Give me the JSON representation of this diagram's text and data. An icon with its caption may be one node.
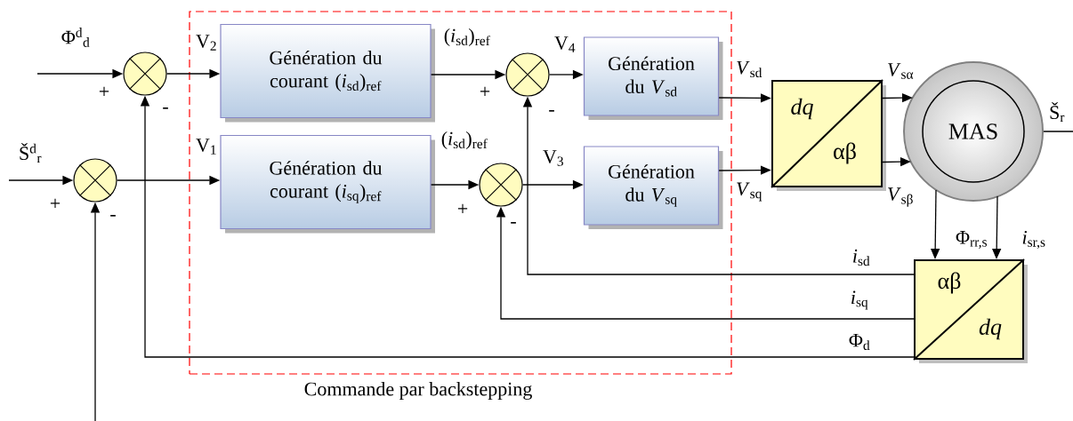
{
  "diagram": {
    "nodes": [
      {
        "text": [
          "Commande par backstepping"
        ]
      },
      {
        "text": [],
        "shape": "circle"
      },
      {
        "text": [],
        "shape": "circle"
      },
      {
        "text": [
          "Génération du courant (*i*$_{sd}$)$_{ref}$"
        ],
        "in": 0
      },
      {
        "text": [
          "Génération du courant (*i*$_{sq}$)$_{ref}$"
        ],
        "in": 0
      },
      {
        "text": [],
        "shape": "circle",
        "in": 0
      },
      {
        "text": [],
        "shape": "circle",
        "in": 0
      },
      {
        "text": [
          "Génération du *V*$_{sd}$"
        ],
        "in": 0
      },
      {
        "text": [
          "Génération du *V*$_{sq}$"
        ],
        "in": 0
      },
      {
        "text": [
          "dq",
          "αβ"
        ]
      },
      {
        "text": [
          "MAS"
        ]
      },
      {
        "text": [
          "αβ",
          "dq"
        ]
      }
    ],
    "edges": [
      {
        "from": null,
        "to": 1,
        "arrow": "to",
        "label": "Φ$^{d}$$_{d}$"
      },
      {
        "from": null,
        "to": 2,
        "arrow": "to",
        "label": "Š$^{d}$$_{r}$"
      },
      {
        "from": 1,
        "to": 3,
        "arrow": "to",
        "label": "V$_{2}$"
      },
      {
        "from": 2,
        "to": 4,
        "arrow": "to",
        "label": "V$_{1}$"
      },
      {
        "from": 3,
        "to": 5,
        "arrow": "to",
        "label": "(*i*$_{sd}$)$_{ref}$"
      },
      {
        "from": 4,
        "to": 6,
        "arrow": "to",
        "label": "(*i*$_{sd}$)$_{ref}$"
      },
      {
        "from": 5,
        "to": 7,
        "arrow": "to",
        "label": "V$_{4}$"
      },
      {
        "from": 6,
        "to": 8,
        "arrow": "to",
        "label": "V$_{3}$"
      },
      {
        "from": 7,
        "to": 9,
        "arrow": "to",
        "label": "*V*$_{sd}$"
      },
      {
        "from": 8,
        "to": 9,
        "arrow": "to",
        "label": "*V*$_{sq}$"
      },
      {
        "from": 9,
        "to": 10,
        "arrow": "to",
        "label": "*V*$_{sα}$"
      },
      {
        "from": 9,
        "to": 10,
        "arrow": "to",
        "label": "*V*$_{sβ}$"
      },
      {
        "from": 10,
        "to": null,
        "arrow": "none",
        "label": "Š$_{r}$"
      },
      {
        "from": 10,
        "to": 11,
        "arrow": "to",
        "label": "Φ$_{rr,s}$"
      },
      {
        "from": 10,
        "to": 11,
        "arrow": "to",
        "label": "*i*$_{sr,s}$"
      },
      {
        "from": 11,
        "to": 5,
        "arrow": "to",
        "label": "*i*$_{sd}$"
      },
      {
        "from": 11,
        "to": 6,
        "arrow": "to",
        "label": "*i*$_{sq}$"
      },
      {
        "from": 11,
        "to": 1,
        "arrow": "to",
        "label": "Φ$_{d}$"
      },
      {
        "from": null,
        "to": 2,
        "arrow": "to"
      }
    ],
    "labels": [
      "+",
      "-",
      "+",
      "-",
      "+",
      "-",
      "+",
      "-"
    ]
  }
}
